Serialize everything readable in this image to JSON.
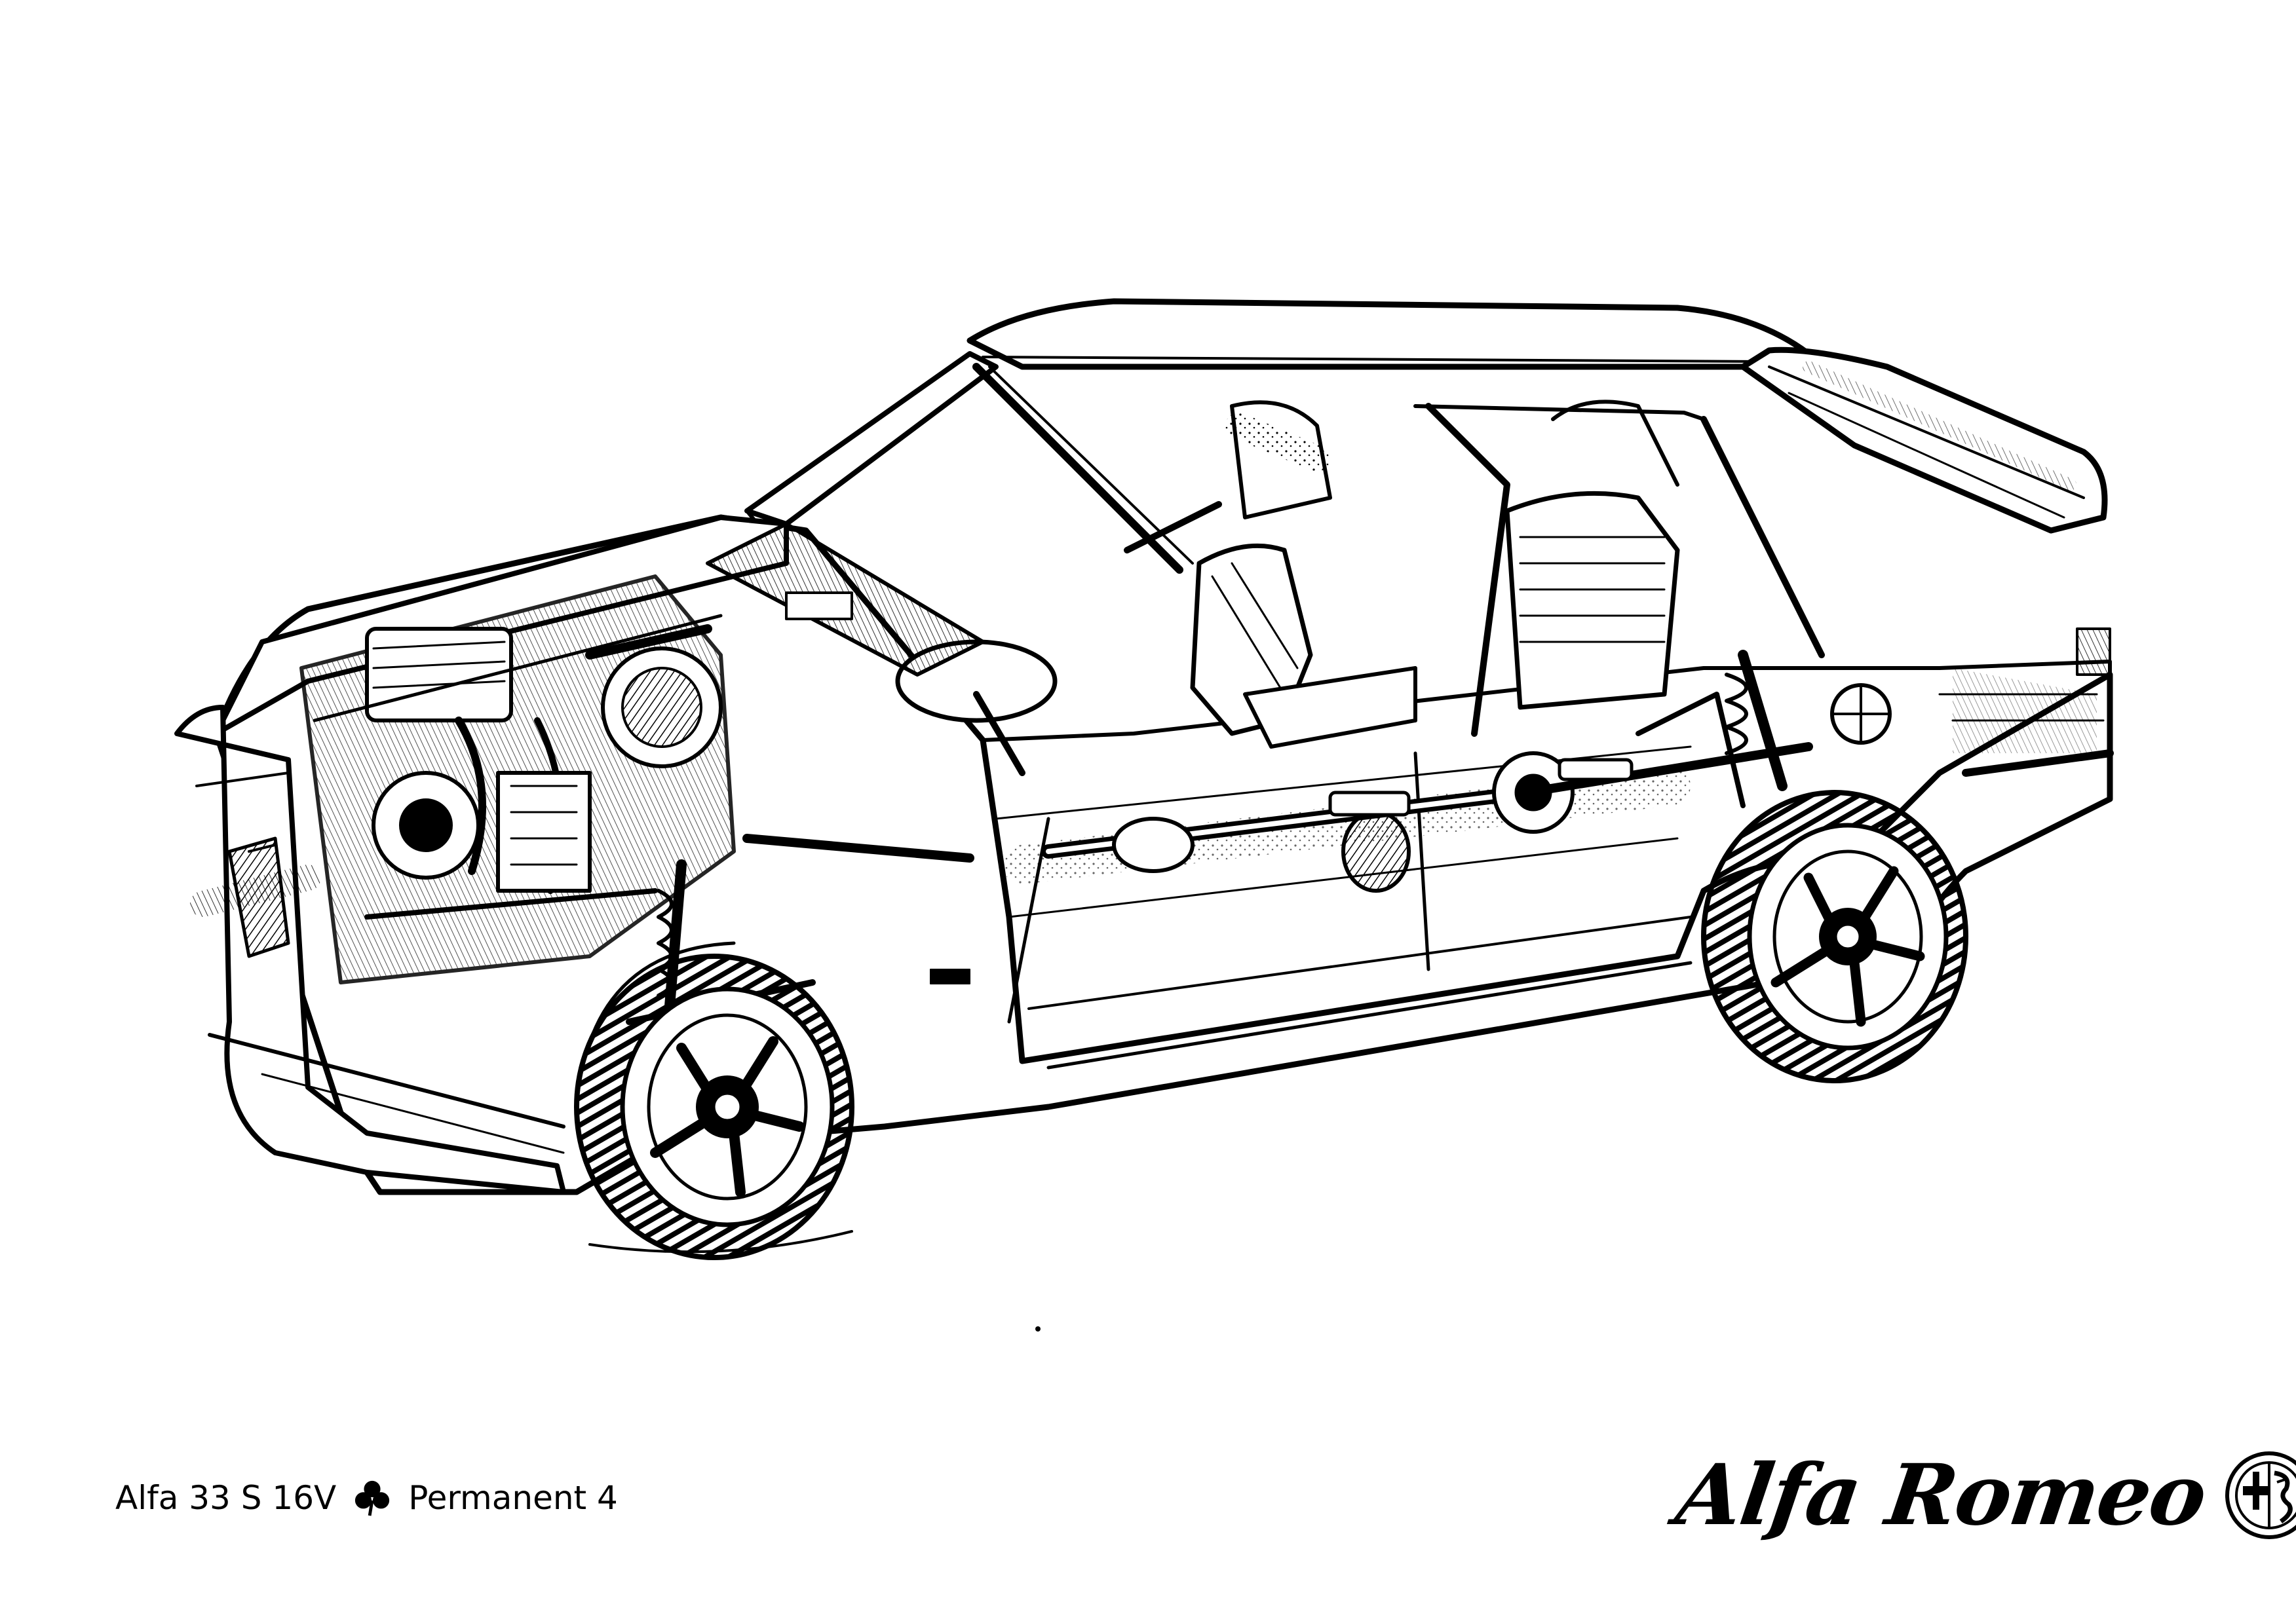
{
  "caption": {
    "model": "Alfa 33 S 16V",
    "variant": "Permanent 4",
    "symbol_icon": "cloverleaf-icon"
  },
  "brand": {
    "wordmark": "Alfa Romeo",
    "badge_icon": "alfa-romeo-badge-icon"
  },
  "colors": {
    "ink": "#000000",
    "paper": "#ffffff"
  }
}
